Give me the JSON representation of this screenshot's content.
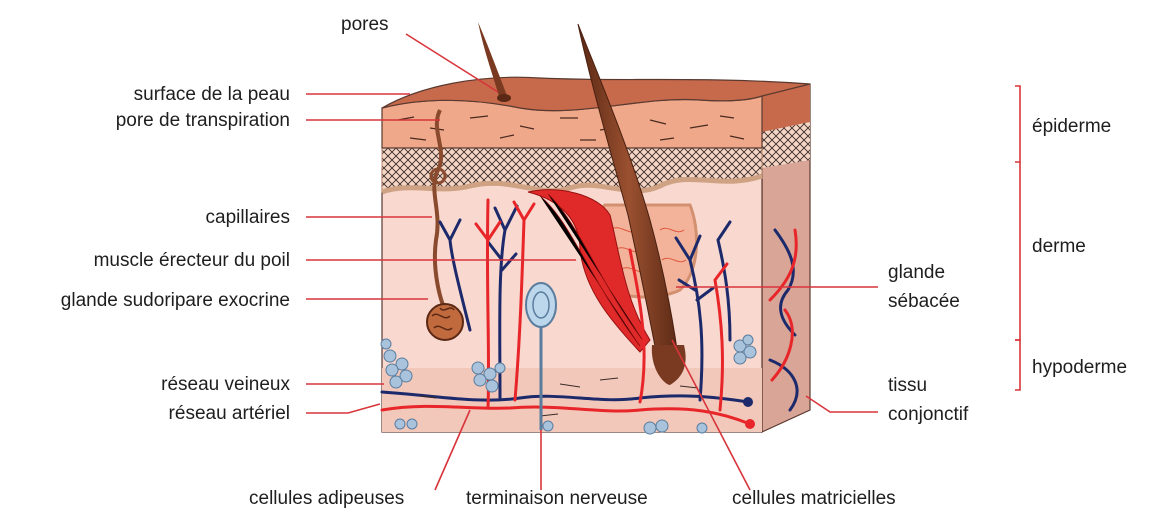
{
  "labels": {
    "pores": "pores",
    "surface": "surface de la peau",
    "pore_transpiration": "pore de transpiration",
    "capillaires": "capillaires",
    "muscle": "muscle érecteur du poil",
    "glande_sudoripare": "glande sudoripare exocrine",
    "reseau_veineux": "réseau veineux",
    "reseau_arteriel": "réseau artériel",
    "cellules_adipeuses": "cellules adipeuses",
    "terminaison": "terminaison nerveuse",
    "cellules_matricielles": "cellules matricielles",
    "glande_sebacee_1": "glande",
    "glande_sebacee_2": "sébacée",
    "tissu_1": "tissu",
    "tissu_2": "conjonctif"
  },
  "layers": {
    "epiderme": "épiderme",
    "derme": "derme",
    "hypoderme": "hypoderme"
  },
  "colors": {
    "leader": "#d8353b",
    "surface": "#c7694b",
    "epidermis": "#efa889",
    "dermis": "#f8d8cf",
    "artery": "#e8262a",
    "vein": "#1c2a6b",
    "fat_cell": "#a9c3dd",
    "hair": "#7a3a22"
  }
}
